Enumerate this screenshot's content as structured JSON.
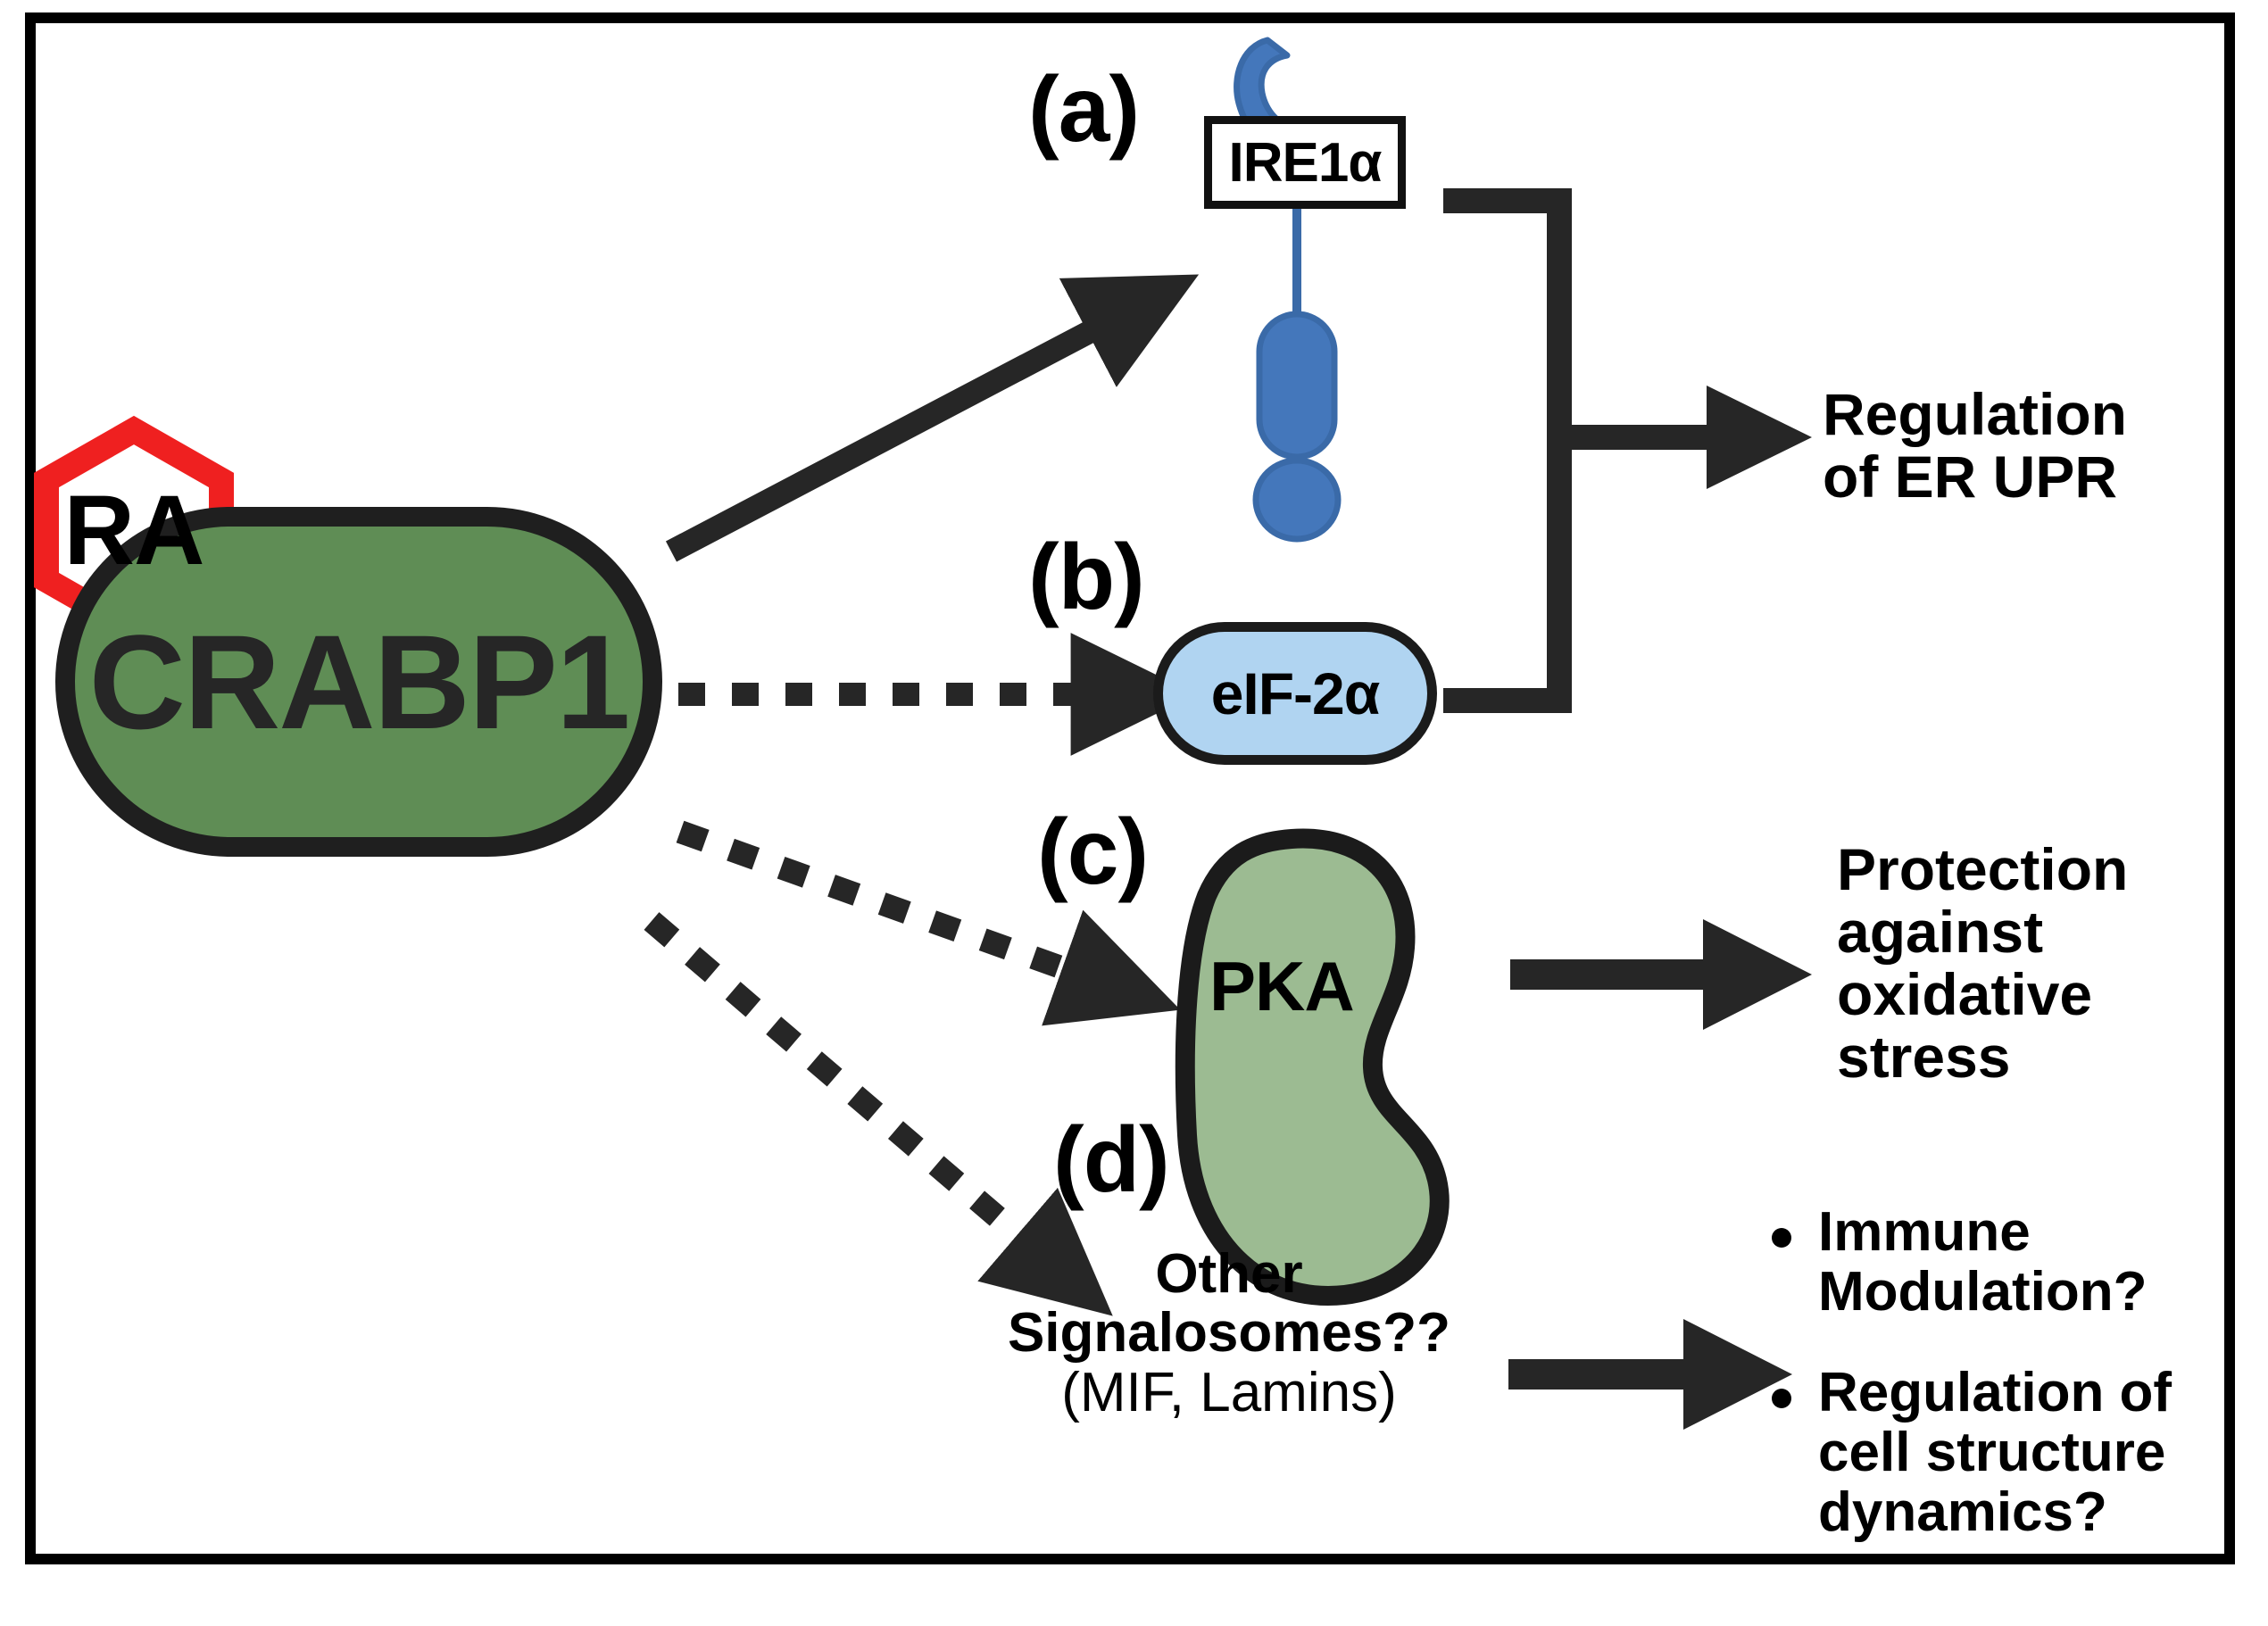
{
  "figure": {
    "title_present": false,
    "colors": {
      "crabp1_fill": "#5f8d55",
      "crabp1_stroke": "#1f1f1f",
      "ra_stroke": "#ef2020",
      "ire1a_blue": "#4477bb",
      "eif2a_fill": "#b0d4f1",
      "pka_fill": "#9cbb92",
      "arrow": "#262626",
      "frame": "#000000"
    }
  },
  "nodes": {
    "ligand": {
      "label": "RA",
      "shape": "hexagon-outline"
    },
    "receptor": {
      "label": "CRABP1",
      "shape": "rounded-rectangle"
    },
    "ire1a": {
      "label": "IRE1α",
      "shape": "box-with-membrane-protein"
    },
    "eif2a": {
      "label": "eIF-2α",
      "shape": "capsule"
    },
    "pka": {
      "label": "PKA",
      "shape": "kidney-blob"
    }
  },
  "panels": {
    "a": "(a)",
    "b": "(b)",
    "c": "(c)",
    "d": "(d)"
  },
  "signalosomes": {
    "line1": "Other",
    "line2": "Signalosomes??",
    "line3": "(MIF, Lamins)"
  },
  "outcomes": {
    "er_upr": "Regulation\nof ER UPR",
    "oxidative": "Protection\nagainst\noxidative\nstress",
    "bullets": [
      "Immune\nModulation?",
      "Regulation of\ncell structure\ndynamics?"
    ]
  }
}
